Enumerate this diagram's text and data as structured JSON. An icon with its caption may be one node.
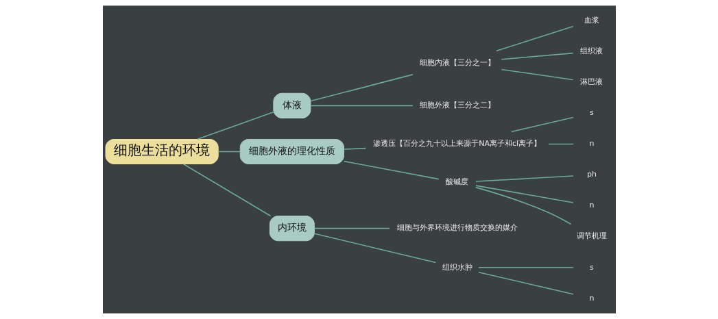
{
  "diagram": {
    "nodes": [
      {
        "text": [
          "细胞生活的环境"
        ]
      },
      {
        "text": [
          "体液"
        ]
      },
      {
        "text": [
          "细胞内液【三分之一】"
        ]
      },
      {
        "text": [
          "血浆"
        ]
      },
      {
        "text": [
          "组织液"
        ]
      },
      {
        "text": [
          "淋巴液"
        ]
      },
      {
        "text": [
          "细胞外液【三分之二】"
        ]
      },
      {
        "text": [
          "细胞外液的理化性质"
        ]
      },
      {
        "text": [
          "渗透压【百分之九十以上来源于NA离子和cl离子】"
        ]
      },
      {
        "text": [
          "s"
        ]
      },
      {
        "text": [
          "n"
        ]
      },
      {
        "text": [
          "酸碱度"
        ]
      },
      {
        "text": [
          "ph"
        ]
      },
      {
        "text": [
          "n"
        ]
      },
      {
        "text": [
          "调节机理"
        ]
      },
      {
        "text": [
          "内环境"
        ]
      },
      {
        "text": [
          "细胞与外界环境进行物质交换的媒介"
        ]
      },
      {
        "text": [
          "组织水肿"
        ]
      },
      {
        "text": [
          "s"
        ]
      },
      {
        "text": [
          "n"
        ]
      }
    ],
    "edges": [
      {
        "from": 0,
        "to": 1,
        "arrow": "none"
      },
      {
        "from": 1,
        "to": 2,
        "arrow": "none"
      },
      {
        "from": 2,
        "to": 3,
        "arrow": "none"
      },
      {
        "from": 2,
        "to": 4,
        "arrow": "none"
      },
      {
        "from": 2,
        "to": 5,
        "arrow": "none"
      },
      {
        "from": 1,
        "to": 6,
        "arrow": "none"
      },
      {
        "from": 0,
        "to": 7,
        "arrow": "none"
      },
      {
        "from": 7,
        "to": 8,
        "arrow": "none"
      },
      {
        "from": 8,
        "to": 9,
        "arrow": "none"
      },
      {
        "from": 8,
        "to": 10,
        "arrow": "none"
      },
      {
        "from": 7,
        "to": 11,
        "arrow": "none"
      },
      {
        "from": 11,
        "to": 12,
        "arrow": "none"
      },
      {
        "from": 11,
        "to": 13,
        "arrow": "none"
      },
      {
        "from": 11,
        "to": 14,
        "arrow": "none"
      },
      {
        "from": 0,
        "to": 15,
        "arrow": "none"
      },
      {
        "from": 15,
        "to": 16,
        "arrow": "none"
      },
      {
        "from": 15,
        "to": 17,
        "arrow": "none"
      },
      {
        "from": 17,
        "to": 18,
        "arrow": "none"
      },
      {
        "from": 17,
        "to": 19,
        "arrow": "none"
      }
    ]
  }
}
